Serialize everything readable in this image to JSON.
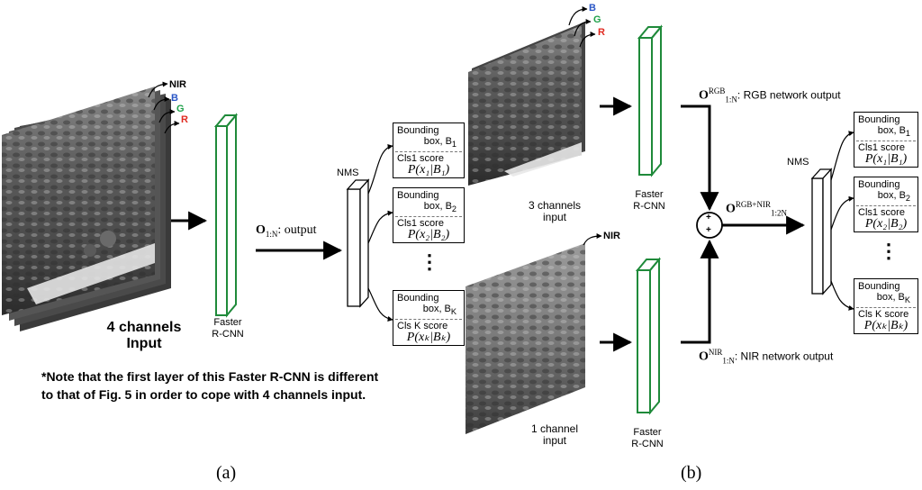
{
  "panel_a": {
    "input_label_line1": "4 channels",
    "input_label_line2": "Input",
    "channels": [
      "NIR",
      "B",
      "G",
      "R"
    ],
    "channel_colors": [
      "#000000",
      "#2a56c6",
      "#1fa14a",
      "#e02a20"
    ],
    "faster_label_line1": "Faster",
    "faster_label_line2": "R-CNN",
    "output_text": "output",
    "output_symbol": "O",
    "output_sub": "1:N",
    "nms_label": "NMS",
    "boxes": [
      {
        "bbox_line1": "Bounding",
        "bbox_line2": "box, B",
        "bbox_sub": "1",
        "cls_label": "Cls1 score",
        "prob": "P(x₁|B₁)"
      },
      {
        "bbox_line1": "Bounding",
        "bbox_line2": "box, B",
        "bbox_sub": "2",
        "cls_label": "Cls1 score",
        "prob": "P(x₂|B₂)"
      },
      {
        "bbox_line1": "Bounding",
        "bbox_line2": "box, B",
        "bbox_sub": "K",
        "cls_label": "Cls K score",
        "prob": "P(xₖ|Bₖ)"
      }
    ],
    "ellipsis": "⋮",
    "note_line1": "*Note that the first layer of this Faster R-CNN is different",
    "note_line2": "to that of Fig. 5 in order to cope with 4 channels input.",
    "caption": "(a)"
  },
  "panel_b": {
    "rgb_channels": [
      "B",
      "G",
      "R"
    ],
    "rgb_channel_colors": [
      "#2a56c6",
      "#1fa14a",
      "#e02a20"
    ],
    "nir_channel": "NIR",
    "rgb_input_line1": "3 channels",
    "rgb_input_line2": "input",
    "nir_input_line1": "1 channel",
    "nir_input_line2": "input",
    "faster_label_line1": "Faster",
    "faster_label_line2": "R-CNN",
    "rgb_output_symbol": "O",
    "rgb_output_sup": "RGB",
    "rgb_output_sub": "1:N",
    "rgb_output_text": ": RGB network output",
    "nir_output_symbol": "O",
    "nir_output_sup": "NIR",
    "nir_output_sub": "1:N",
    "nir_output_text": ": NIR network output",
    "merged_symbol": "O",
    "merged_sup": "RGB+NIR",
    "merged_sub": "1:2N",
    "plus": "+",
    "nms_label": "NMS",
    "boxes": [
      {
        "bbox_line1": "Bounding",
        "bbox_line2": "box, B",
        "bbox_sub": "1",
        "cls_label": "Cls1 score",
        "prob": "P(x₁|B₁)"
      },
      {
        "bbox_line1": "Bounding",
        "bbox_line2": "box, B",
        "bbox_sub": "2",
        "cls_label": "Cls1 score",
        "prob": "P(x₂|B₂)"
      },
      {
        "bbox_line1": "Bounding",
        "bbox_line2": "box, B",
        "bbox_sub": "K",
        "cls_label": "Cls K score",
        "prob": "P(xₖ|Bₖ)"
      }
    ],
    "ellipsis": "⋮",
    "caption": "(b)"
  },
  "colors": {
    "rcnn_green": "#1f8a3a"
  }
}
